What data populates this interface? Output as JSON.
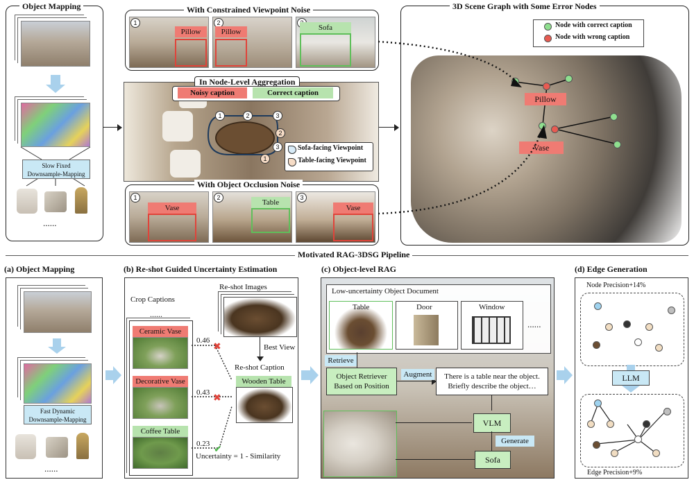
{
  "top": {
    "object_mapping_title": "Object Mapping",
    "slow_mapping_label": "Slow Fixed\nDownsample-Mapping",
    "dots": "......",
    "constrained_title": "With Constrained Viewpoint Noise",
    "constrained_tags": [
      "Pillow",
      "Pillow",
      "Sofa"
    ],
    "aggregation_title": "In Node-Level Aggregation",
    "noisy_caption": "Noisy caption",
    "correct_caption": "Correct caption",
    "sofa_viewpoint": "Sofa-facing Viewpoint",
    "table_viewpoint": "Table-facing Viewpoint",
    "occlusion_title": "With Object Occlusion Noise",
    "occlusion_tags": [
      "Vase",
      "Table",
      "Vase"
    ],
    "scene_graph_title": "3D Scene Graph with Some Error Nodes",
    "legend_correct": "Node with correct caption",
    "legend_wrong": "Node with wrong caption",
    "graph_pillow": "Pillow",
    "graph_vase": "Vase",
    "viewpoint_numbers": [
      "1",
      "2",
      "3"
    ]
  },
  "pipeline_title": "Motivated RAG-3DSG Pipeline",
  "a": {
    "title": "(a) Object Mapping",
    "fast_label": "Fast Dynamic\nDownsample-Mapping",
    "dots": "......"
  },
  "b": {
    "title": "(b) Re-shot Guided Uncertainty Estimation",
    "crop_captions": "Crop Captions",
    "dots": "......",
    "reshot_images": "Re-shot Images",
    "best_view": "Best View",
    "reshot_caption": "Re-shot Caption",
    "wooden_table": "Wooden Table",
    "captions": [
      "Ceramic Vase",
      "Decorative Vase",
      "Coffee Table"
    ],
    "scores": [
      "0.46",
      "0.43",
      "0.23"
    ],
    "uncertainty": "Uncertainty = 1 - Similarity"
  },
  "c": {
    "title": "(c) Object-level RAG",
    "doc_title": "Low-uncertainty Object Document",
    "docs": [
      "Table",
      "Door",
      "Window"
    ],
    "dots": "......",
    "retrieve": "Retrieve",
    "retriever": "Object Retriever\nBased on Position",
    "augment": "Augment",
    "prompt": "There is a table near the object.\nBriefly describe the object…",
    "vlm": "VLM",
    "generate": "Generate",
    "sofa": "Sofa"
  },
  "d": {
    "title": "(d) Edge Generation",
    "node_precision": "Node Precision+14%",
    "llm": "LLM",
    "edge_precision": "Edge Precision+9%"
  },
  "colors": {
    "noisy": "#ef7b73",
    "correct": "#b7e3ae",
    "arrow": "#a9d1ec",
    "box": "#c9e8f5"
  }
}
